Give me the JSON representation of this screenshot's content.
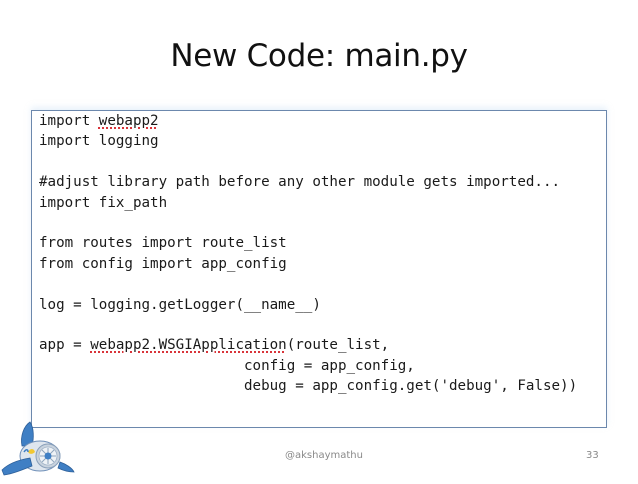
{
  "slide": {
    "title": "New Code: main.py",
    "footer_handle": "@akshaymathu",
    "page_number": "33",
    "logo_icon": "google-app-engine-logo-icon"
  },
  "code": {
    "language": "python",
    "lines": [
      {
        "text": "import ",
        "squiggle": "webapp2",
        "rest": ""
      },
      {
        "text": "import logging",
        "squiggle": "",
        "rest": ""
      },
      {
        "text": "",
        "squiggle": "",
        "rest": ""
      },
      {
        "text": "#adjust library path before any other module gets imported...",
        "squiggle": "",
        "rest": ""
      },
      {
        "text": "import fix_path",
        "squiggle": "",
        "rest": ""
      },
      {
        "text": "",
        "squiggle": "",
        "rest": ""
      },
      {
        "text": "from routes import route_list",
        "squiggle": "",
        "rest": ""
      },
      {
        "text": "from config import app_config",
        "squiggle": "",
        "rest": ""
      },
      {
        "text": "",
        "squiggle": "",
        "rest": ""
      },
      {
        "text": "log = logging.getLogger(__name__)",
        "squiggle": "",
        "rest": ""
      },
      {
        "text": "",
        "squiggle": "",
        "rest": ""
      },
      {
        "text": "app = ",
        "squiggle": "webapp2.WSGIApplication",
        "rest": "(route_list,"
      },
      {
        "text": "                        config = app_config,",
        "squiggle": "",
        "rest": ""
      },
      {
        "text": "                        debug = app_config.get('debug', False))",
        "squiggle": "",
        "rest": ""
      }
    ]
  },
  "colors": {
    "border": "#6c88ad",
    "spellcheck_underline": "#d9343a",
    "footer_text": "#8a8a8a",
    "logo_blue": "#3f7fc4",
    "logo_silver": "#dde3ea"
  }
}
